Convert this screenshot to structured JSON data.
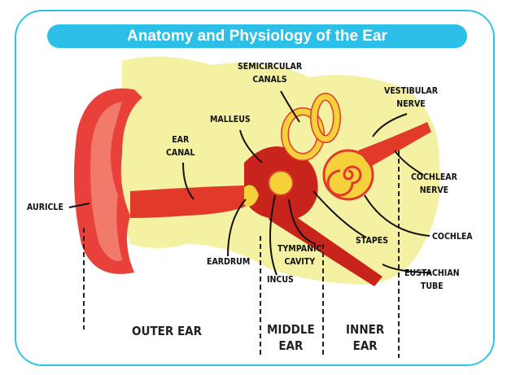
{
  "title": "Anatomy and Physiology of the Ear",
  "labels": {
    "semicircular_canals": [
      "SEMICIRCULAR",
      "CANALS"
    ],
    "vestibular_nerve": [
      "VESTIBULAR",
      "NERVE"
    ],
    "malleus": "MALLEUS",
    "ear_canal": [
      "EAR",
      "CANAL"
    ],
    "auricle": "AURICLE",
    "cochlear_nerve": [
      "COCHLEAR",
      "NERVE"
    ],
    "cochlea": "COCHLEA",
    "stapes": "STAPES",
    "tympanic_cavity": [
      "TYMPANIC",
      "CAVITY"
    ],
    "eardrum": "EARDRUM",
    "incus": "INCUS",
    "eustachian_tube": [
      "EUSTACHIAN",
      "TUBE"
    ]
  },
  "sections": {
    "outer": "OUTER EAR",
    "middle": [
      "MIDDLE",
      "EAR"
    ],
    "inner": [
      "INNER",
      "EAR"
    ]
  },
  "colors": {
    "accent": "#2cc0e8",
    "background_blob": "#f4f2a2",
    "tissue": "#e23a2a",
    "bone": "#f5d13c"
  }
}
